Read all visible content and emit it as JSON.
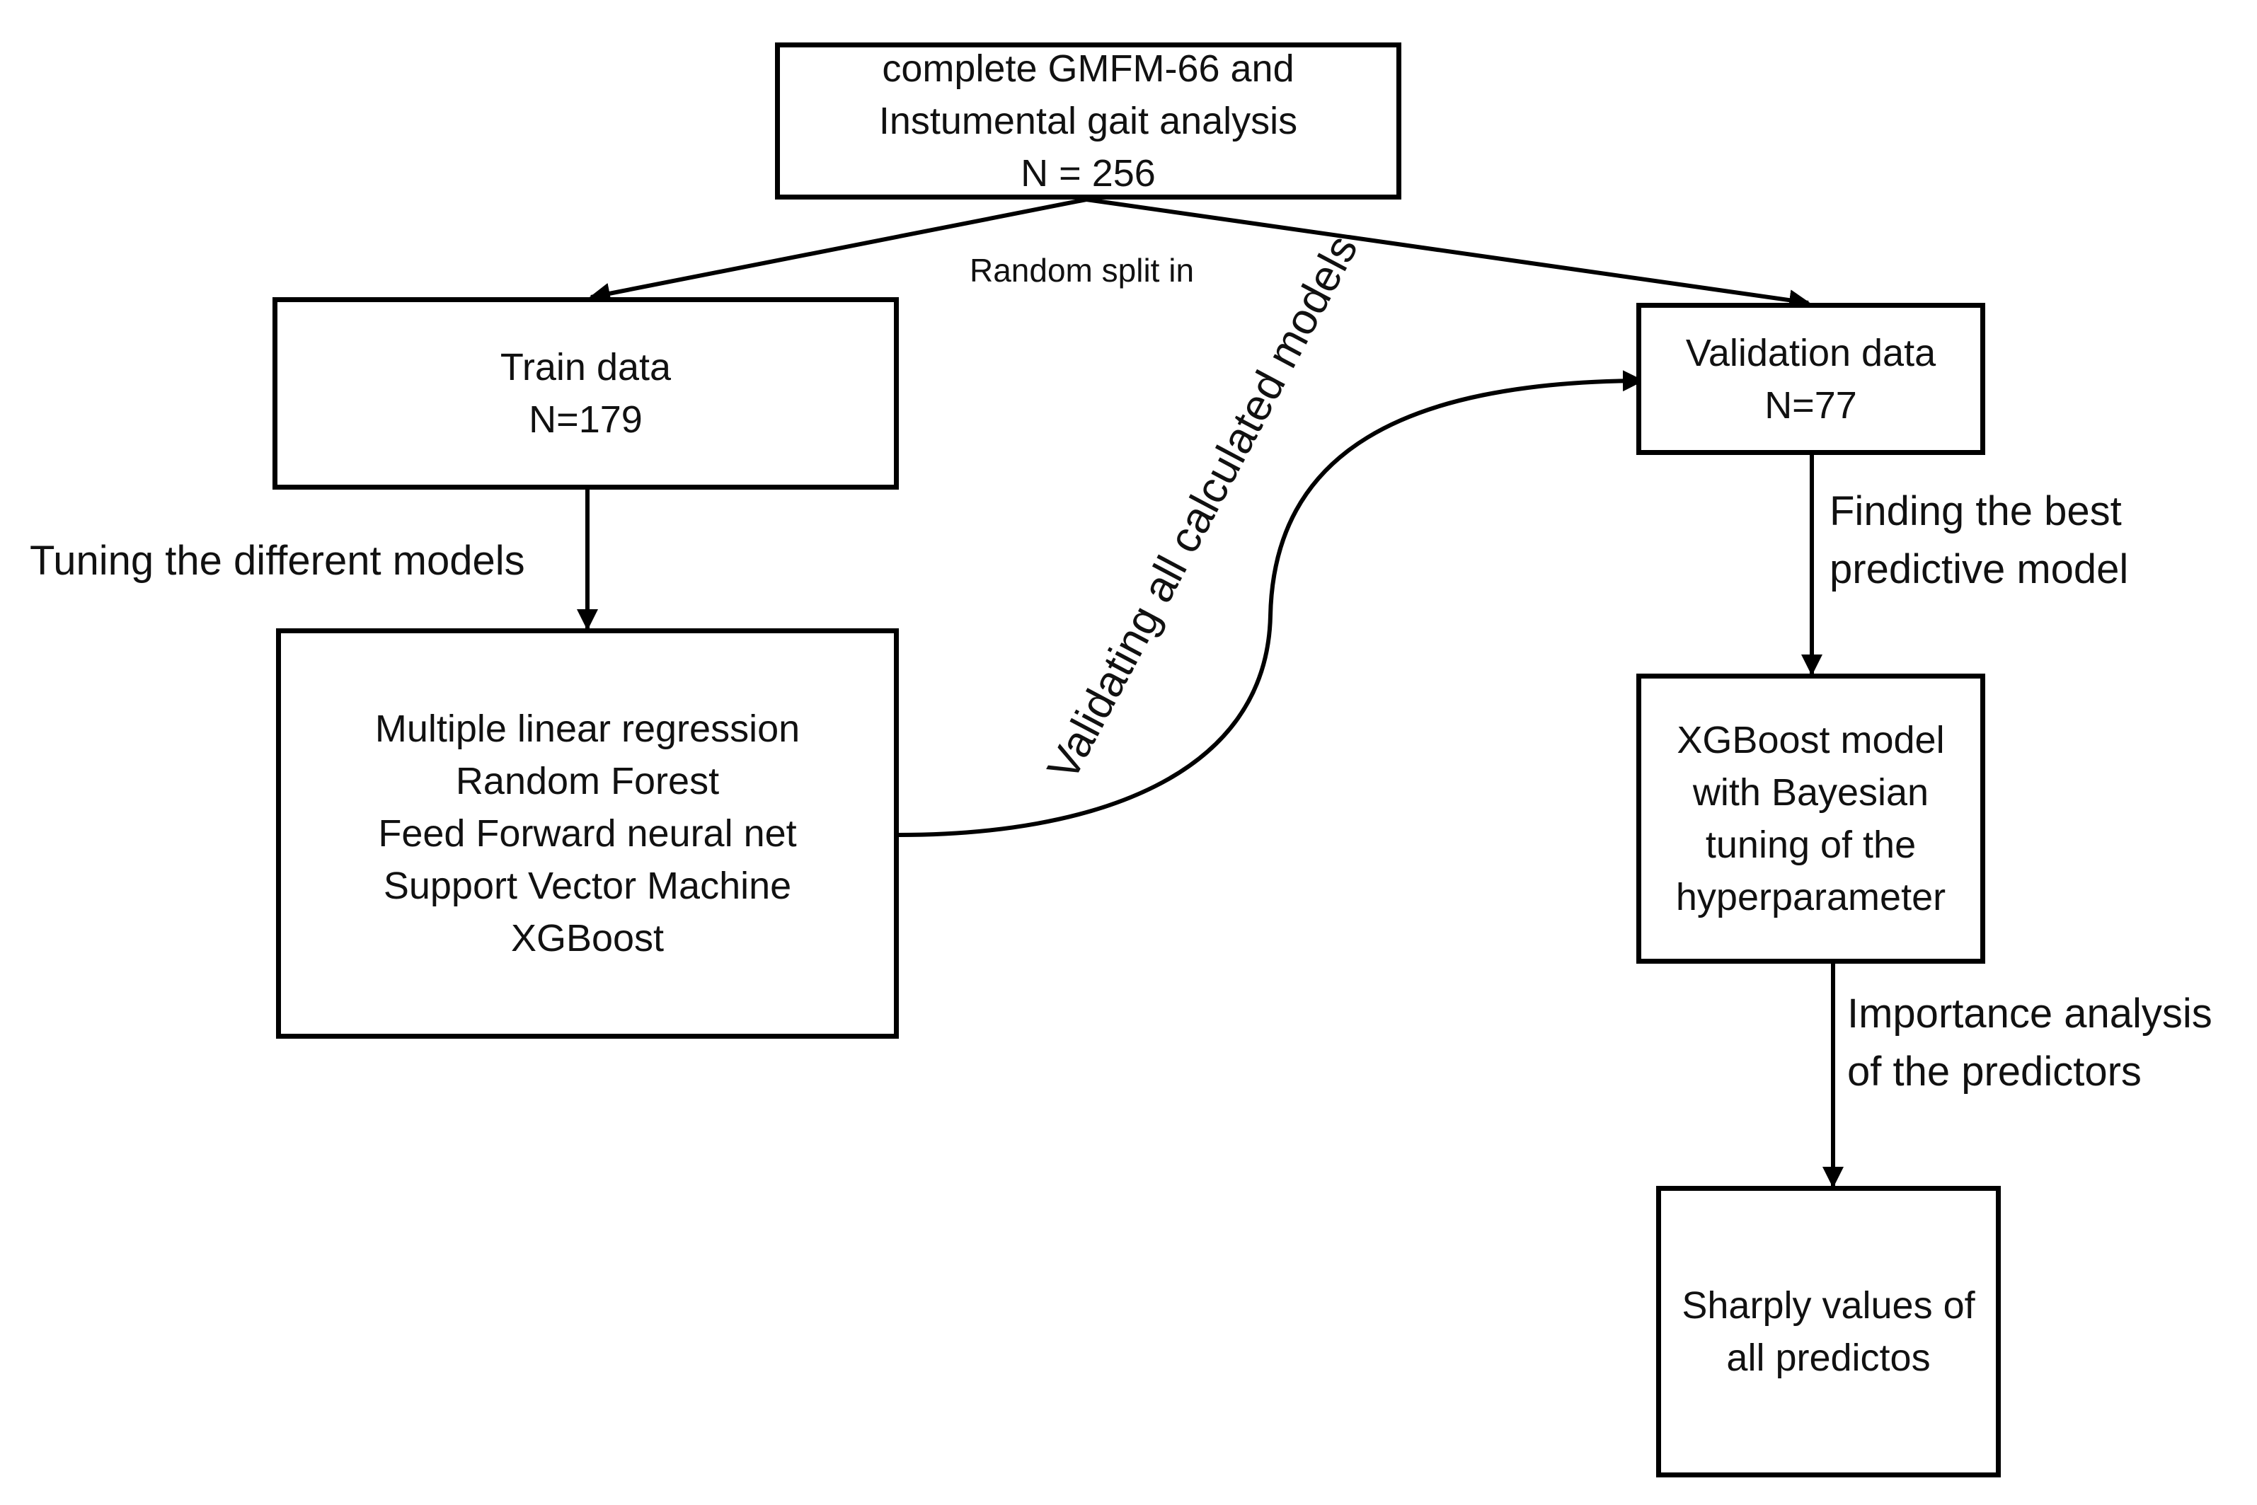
{
  "boxes": {
    "source": [
      "complete GMFM-66 and",
      "Instumental gait analysis",
      "N = 256"
    ],
    "train": [
      "Train data",
      "N=179"
    ],
    "validation": [
      "Validation data",
      "N=77"
    ],
    "models": [
      "Multiple linear regression",
      "Random Forest",
      "Feed Forward neural net",
      "Support Vector Machine",
      "XGBoost"
    ],
    "xgboost": [
      "XGBoost model",
      "with Bayesian",
      "tuning of the",
      "hyperparameter"
    ],
    "shapley": [
      "Sharply values of",
      "all predictos"
    ]
  },
  "labels": {
    "split": "Random split in",
    "tuning": "Tuning the different models",
    "validating": "Validating all calculated models",
    "finding": [
      "Finding the best",
      "predictive model"
    ],
    "importance": [
      "Importance analysis",
      "of the predictors"
    ]
  }
}
